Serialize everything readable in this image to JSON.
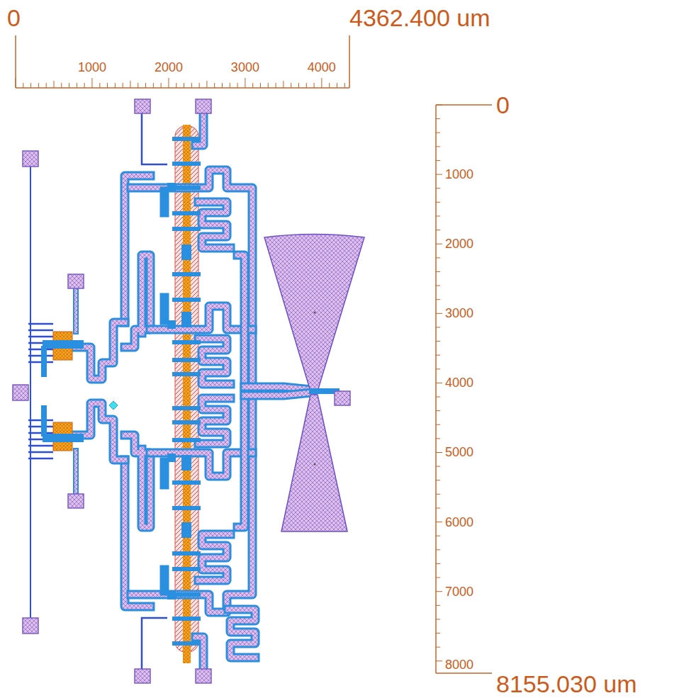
{
  "diagram": {
    "labels": [
      "0",
      "4362.400 um",
      "1000",
      "2000",
      "3000",
      "4000",
      "0",
      "1000",
      "2000",
      "3000",
      "4000",
      "5000",
      "6000",
      "7000",
      "8000",
      "8155.030 um"
    ]
  }
}
